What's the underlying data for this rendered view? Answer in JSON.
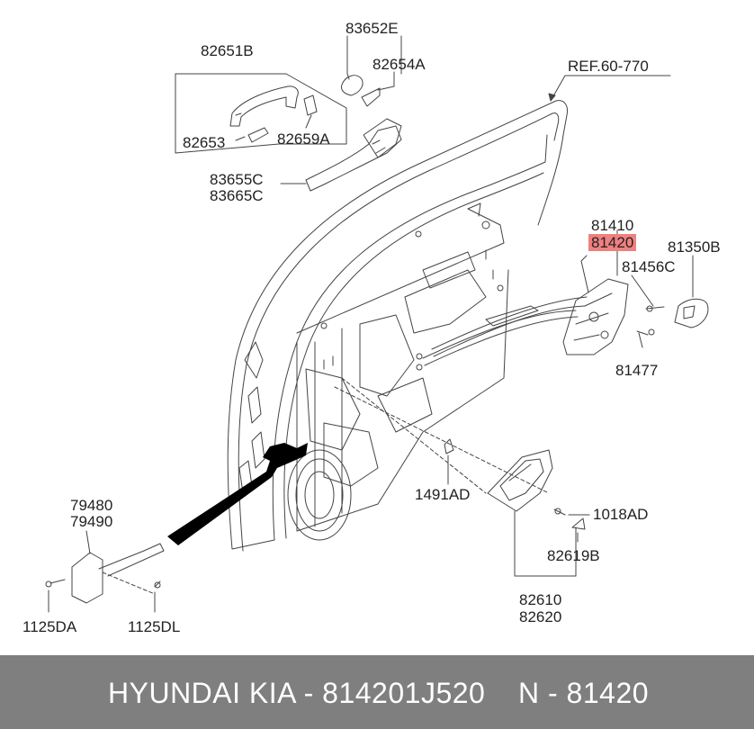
{
  "ref_label": "REF.60-770",
  "parts": {
    "p82651B": "82651B",
    "p83652E": "83652E",
    "p82654A": "82654A",
    "p82653": "82653",
    "p82659A": "82659A",
    "p83655C": "83655C",
    "p83665C": "83665C",
    "p81410": "81410",
    "p81420": "81420",
    "p81350B": "81350B",
    "p81456C": "81456C",
    "p81477": "81477",
    "p1491AD": "1491AD",
    "p1018AD": "1018AD",
    "p82619B": "82619B",
    "p82610": "82610",
    "p82620": "82620",
    "p79480": "79480",
    "p79490": "79490",
    "p1125DA": "1125DA",
    "p1125DL": "1125DL"
  },
  "highlight_color": "#f08080",
  "footer": {
    "brand": "HYUNDAI  KIA - 814201J520",
    "code": "N - 81420"
  }
}
